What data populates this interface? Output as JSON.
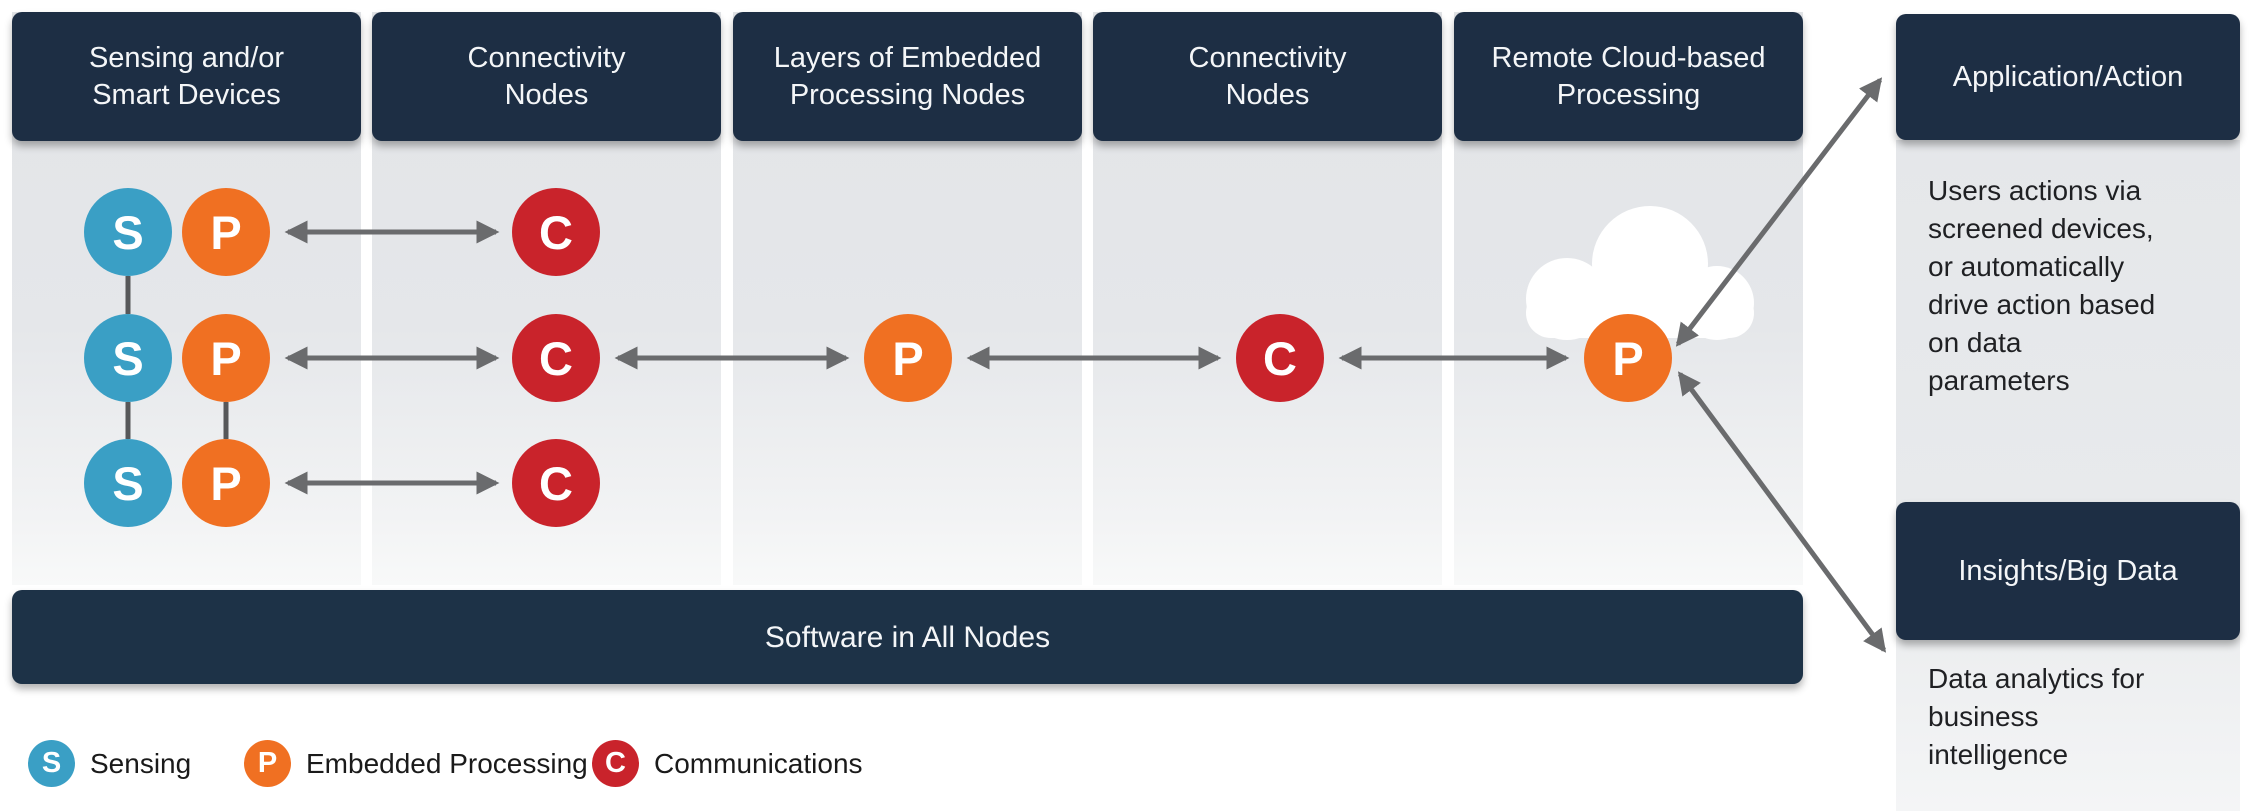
{
  "diagram": {
    "columns": [
      {
        "title": "Sensing and/or\nSmart Devices"
      },
      {
        "title": "Connectivity\nNodes"
      },
      {
        "title": "Layers of Embedded\nProcessing Nodes"
      },
      {
        "title": "Connectivity\nNodes"
      },
      {
        "title": "Remote Cloud-based\nProcessing"
      }
    ],
    "footer_bar": "Software in All Nodes",
    "node_letters": {
      "sensing": "S",
      "processing": "P",
      "communications": "C"
    }
  },
  "right_panel": {
    "application": {
      "title": "Application/Action",
      "body": "Users actions via\nscreened devices,\nor automatically\ndrive action based\non data\nparameters"
    },
    "insights": {
      "title": "Insights/Big Data",
      "body": "Data analytics for\nbusiness\nintelligence"
    }
  },
  "legend": [
    {
      "letter": "S",
      "label": "Sensing"
    },
    {
      "letter": "P",
      "label": "Embedded Processing"
    },
    {
      "letter": "C",
      "label": "Communications"
    }
  ],
  "colors": {
    "navy_header": "#1d2e44",
    "navy_bar": "#1d3247",
    "sensing_blue": "#3a9fc5",
    "processing_orange": "#f07022",
    "communications_red": "#c9232b",
    "arrow_gray": "#6a6b6d",
    "connector_gray": "#57585a",
    "column_gray": "#e4e6e9",
    "cloud_white": "#ffffff"
  }
}
